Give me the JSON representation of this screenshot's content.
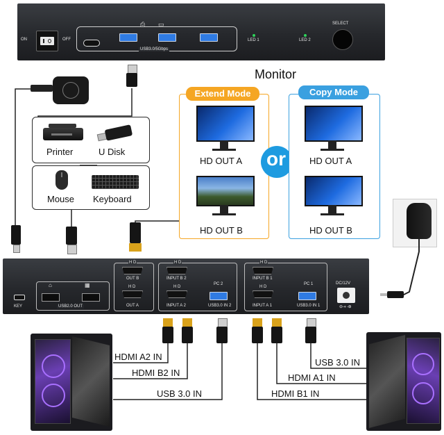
{
  "top_panel": {
    "power_on": "ON",
    "power_off": "OFF",
    "usb_label": "USB3.0/5Gbps",
    "led1": "LED 1",
    "led2": "LED 2",
    "select": "SELECT"
  },
  "monitor_title": "Monitor",
  "peripherals": {
    "printer": "Printer",
    "udisk": "U Disk",
    "mouse": "Mouse",
    "keyboard": "Keyboard"
  },
  "extend_mode": {
    "title": "Extend Mode",
    "out_a": "HD OUT A",
    "out_b": "HD OUT B",
    "color": "#f5a623"
  },
  "copy_mode": {
    "title": "Copy Mode",
    "out_a": "HD OUT A",
    "out_b": "HD OUT B",
    "color": "#3aa0e0"
  },
  "or_label": "or",
  "or_color": "#1e9be0",
  "back_panel": {
    "key": "KEY",
    "usb2_out": "USB2.0 OUT",
    "hd": "H D",
    "out_b": "OUT B",
    "out_a": "OUT A",
    "input_b2": "INPUT B 2",
    "input_a2": "INPUT A 2",
    "pc2": "PC 2",
    "usb3_in2": "USB3.0 IN 2",
    "input_b1": "INPUT B 1",
    "input_a1": "INPUT A 1",
    "pc1": "PC 1",
    "usb3_in1": "USB3.0 IN 1",
    "dc": "DC/12V"
  },
  "left_pc_labels": {
    "hdmi_a2": "HDMI A2 IN",
    "hdmi_b2": "HDMI B2 IN",
    "usb3": "USB 3.0 IN"
  },
  "right_pc_labels": {
    "usb3": "USB 3.0 IN",
    "hdmi_a1": "HDMI A1 IN",
    "hdmi_b1": "HDMI B1 IN"
  }
}
